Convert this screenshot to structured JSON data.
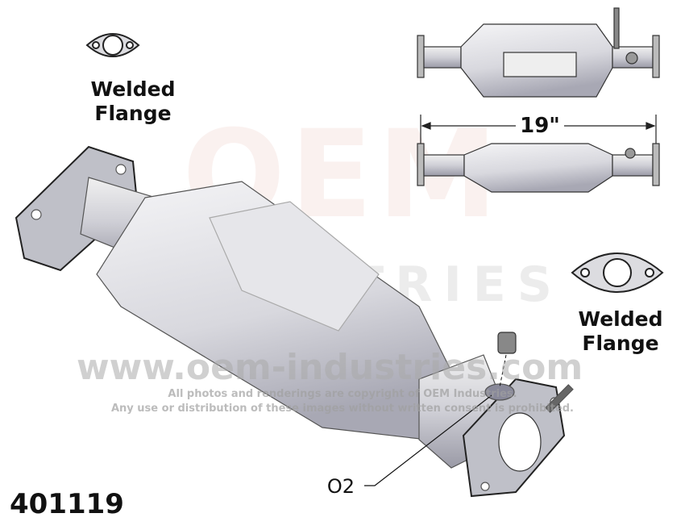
{
  "part_number": "401119",
  "labels": {
    "flange_left": [
      "Welded",
      "Flange"
    ],
    "flange_right": [
      "Welded",
      "Flange"
    ],
    "length": "19\"",
    "o2": "O2"
  },
  "watermark": {
    "logo": "OEM",
    "industries": "INDUSTRIES",
    "url": "www.oem-industries.com",
    "copyright_line1": "All photos and renderings are copyright of OEM Industries.",
    "copyright_line2": "Any use or distribution of these images without written consent is prohibited."
  }
}
